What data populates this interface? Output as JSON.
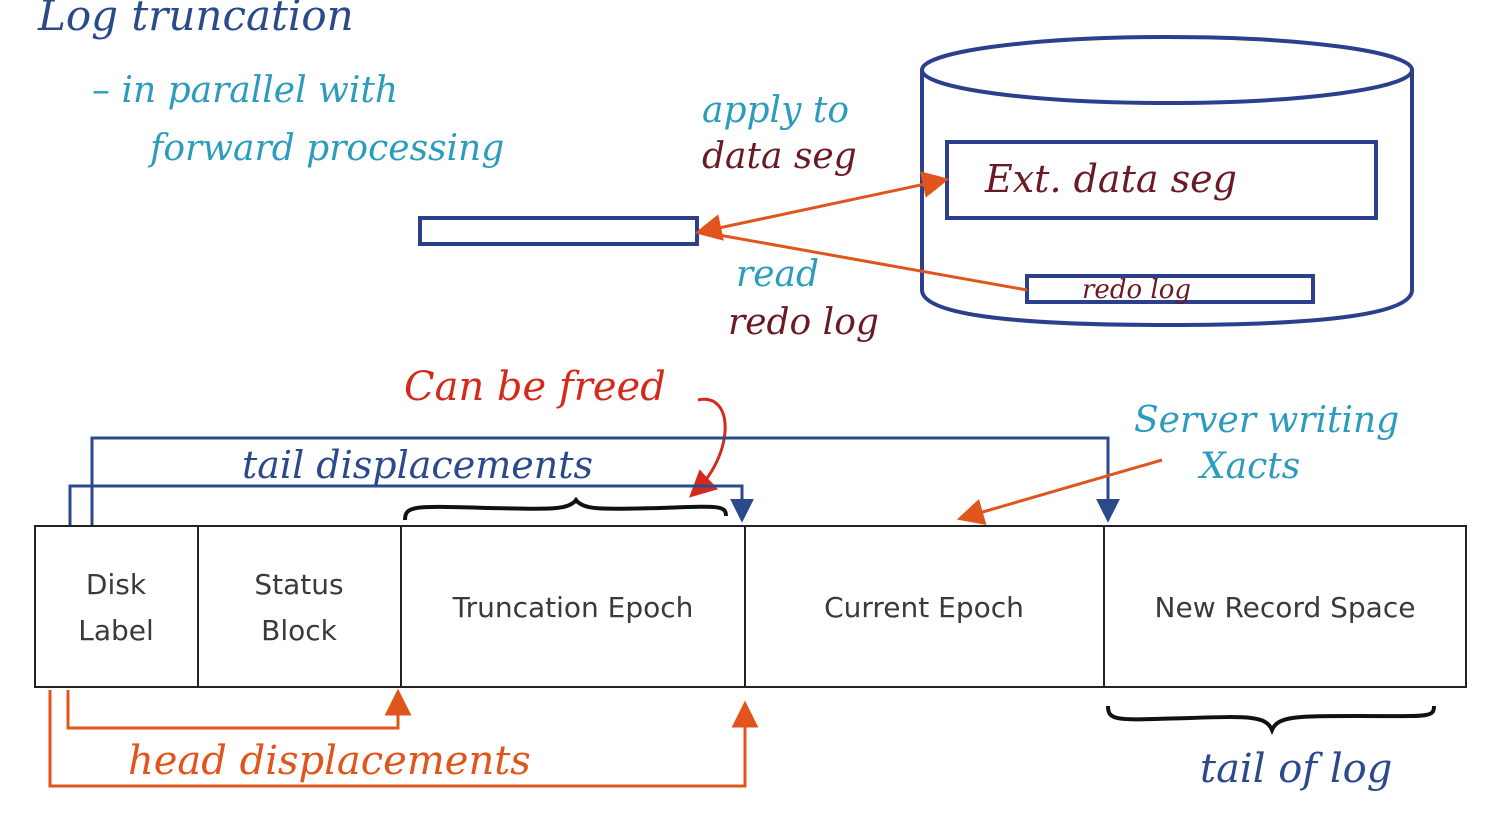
{
  "title": "Log truncation",
  "subtitle": {
    "line1": "– in parallel with",
    "line2": "forward processing"
  },
  "annotations": {
    "apply_to": "apply to",
    "data_seg": "data seg",
    "read": "read",
    "redo_log_label": "redo log",
    "can_be_freed": "Can be freed",
    "tail_displacements": "tail displacements",
    "server_writing": "Server writing",
    "xacts": "Xacts",
    "head_displacements": "head displacements",
    "tail_of_log": "tail of log"
  },
  "disk": {
    "ext_data_seg": "Ext. data seg",
    "redo_log": "redo log"
  },
  "log_segments": [
    {
      "line1": "Disk",
      "line2": "Label"
    },
    {
      "line1": "Status",
      "line2": "Block"
    },
    {
      "line1": "Truncation Epoch"
    },
    {
      "line1": "Current Epoch"
    },
    {
      "line1": "New Record Space"
    }
  ],
  "colors": {
    "ink_teal": "#2c9cbc",
    "ink_navy": "#2a4a8c",
    "ink_maroon": "#6a1a24",
    "ink_orange": "#e0551c",
    "ink_red": "#d42a1c",
    "ink_black": "#111111",
    "box_border": "#2c3f8c"
  }
}
